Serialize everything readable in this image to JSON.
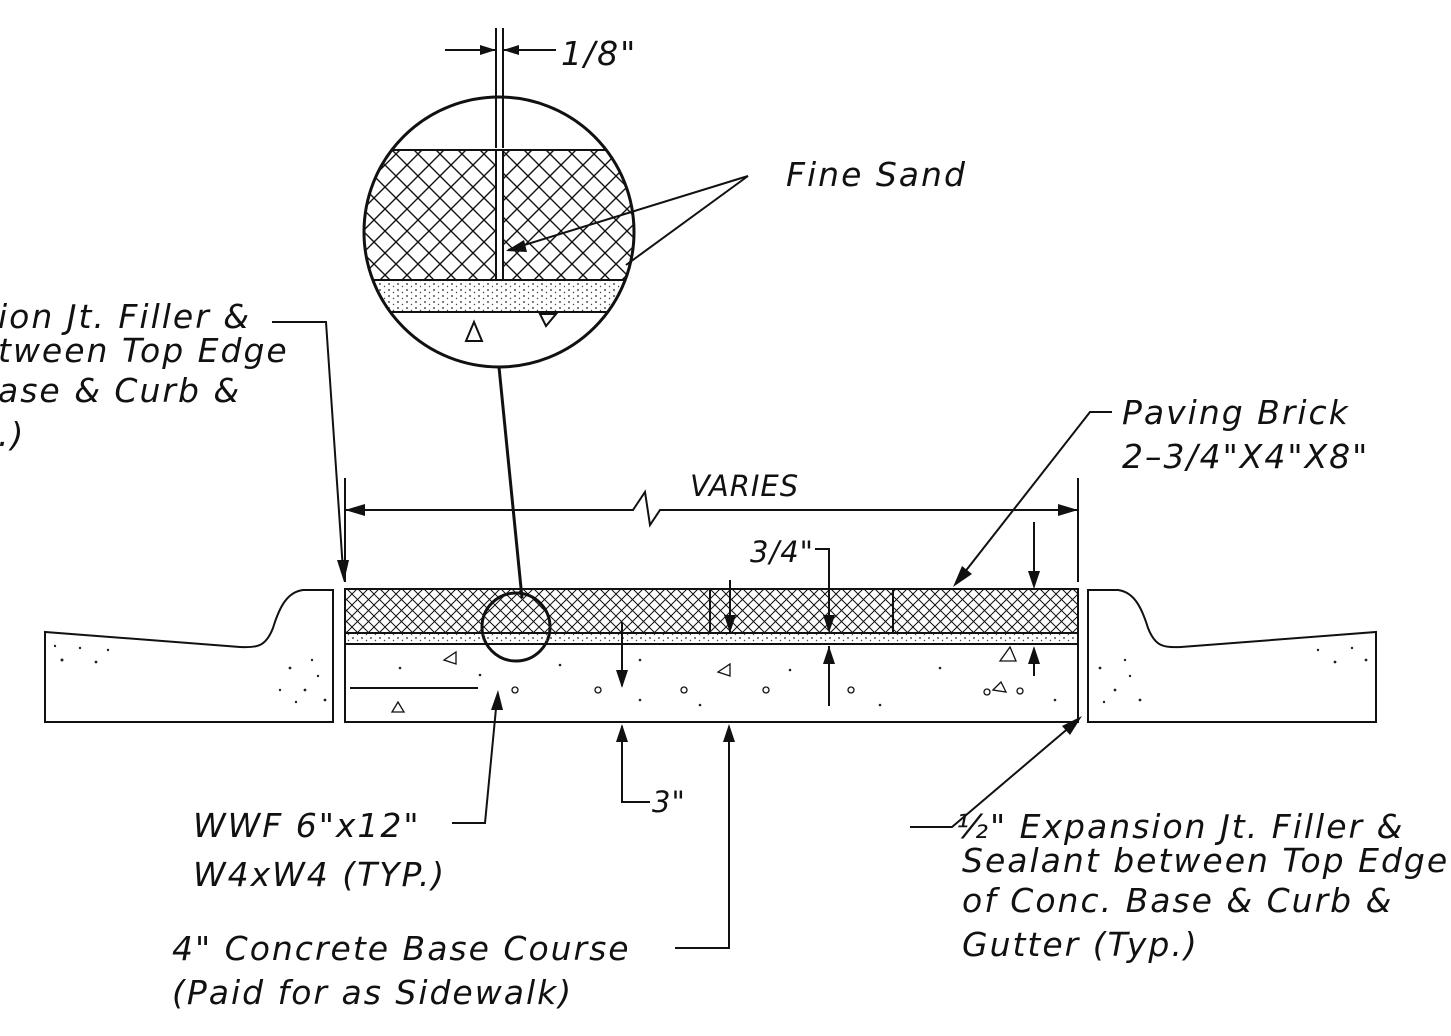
{
  "labels": {
    "gap_dim": "1/8\"",
    "fine_sand": "Fine Sand",
    "left_note": [
      "ion  Jt.  Filler  &",
      "tween  Top  Edge",
      "ase  &  Curb  &",
      ".)"
    ],
    "paving_brick": [
      "Paving  Brick",
      "2–3/4\"X4\"X8\""
    ],
    "varies": "VARIES",
    "dim_3_4": "3/4\"",
    "dim_3": "3\"",
    "wwf": [
      "WWF  6\"x12\"",
      "W4xW4  (TYP.)"
    ],
    "concrete_base": [
      "4\"  Concrete  Base  Course",
      "(Paid  for  as  Sidewalk)"
    ],
    "right_note": [
      "½\"  Expansion  Jt.  Filler  &",
      "Sealant  between  Top  Edge",
      "of  Conc.  Base  &  Curb  &",
      "Gutter  (Typ.)"
    ]
  }
}
